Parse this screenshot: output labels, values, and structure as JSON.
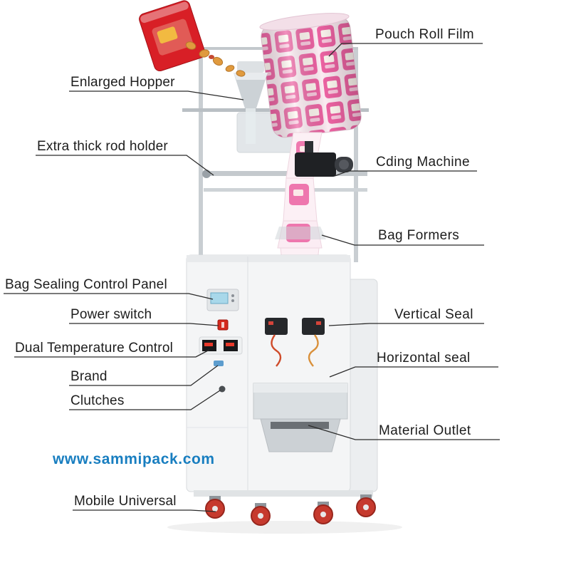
{
  "diagram": {
    "website": "www.sammipack.com",
    "labels": {
      "pouch_roll_film": "Pouch Roll Film",
      "enlarged_hopper": "Enlarged Hopper",
      "extra_thick_rod_holder": "Extra thick rod holder",
      "cding_machine": "Cding Machine",
      "bag_formers": "Bag Formers",
      "bag_sealing_control_panel": "Bag Sealing Control Panel",
      "power_switch": "Power switch",
      "vertical_seal": "Vertical Seal",
      "dual_temperature_control": "Dual Temperature Control",
      "horizontal_seal": "Horizontal seal",
      "brand": "Brand",
      "clutches": "Clutches",
      "material_outlet": "Material Outlet",
      "mobile_universal": "Mobile Universal"
    },
    "colors": {
      "website_text": "#187ec0",
      "leader_line": "#2b2b2b",
      "label_text": "#1d1d1d",
      "pouch_red": "#d81f26",
      "film_pink": "#ec62a2",
      "caster_red": "#c63a2e"
    }
  }
}
